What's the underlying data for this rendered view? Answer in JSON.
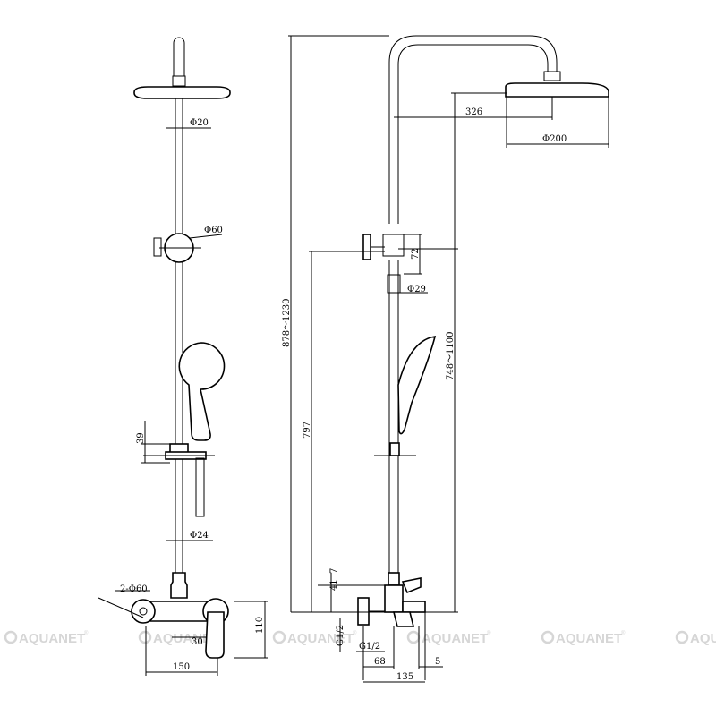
{
  "front_view": {
    "pipe_diameter": "Φ20",
    "holder_diameter": "Φ60",
    "handshower_bracket_height": "39",
    "lower_pipe_diameter": "Φ24",
    "flange_diameter": "2-Φ60",
    "mixer_depth": "30",
    "mixer_height": "110",
    "width": "150"
  },
  "side_view": {
    "overhead_reach": "326",
    "showerhead_diameter": "Φ200",
    "holder_height": "72",
    "rail_diameter": "Φ29",
    "total_height_range": "878～1230",
    "adjust_range": "748～1100",
    "holder_height_from_base": "797",
    "dim_41": "41",
    "dim_7": "7",
    "thread_left": "G1/2",
    "thread_bottom": "G1/2",
    "offset_68": "68",
    "depth_135": "135",
    "dim_5": "5"
  },
  "watermark": {
    "brand": "AQUANET",
    "mark": "®",
    "color": "#d6d6d6"
  }
}
